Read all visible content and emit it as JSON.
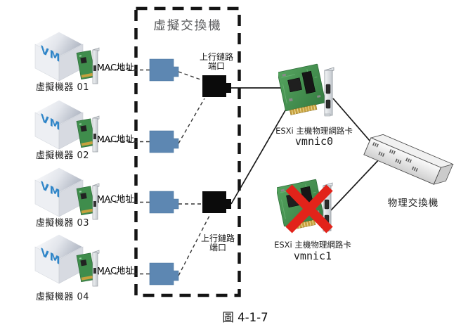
{
  "figure": {
    "caption": "圖 4-1-7"
  },
  "virtual_switch": {
    "title": "虛擬交換機",
    "uplink_top": {
      "line1": "上行鏈路",
      "line2": "端口"
    },
    "uplink_bottom": {
      "line1": "上行鏈路",
      "line2": "端口"
    }
  },
  "vms": [
    {
      "badge": "VM",
      "label": "虛擬機器 01",
      "mac": "MAC地址"
    },
    {
      "badge": "VM",
      "label": "虛擬機器 02",
      "mac": "MAC地址"
    },
    {
      "badge": "VM",
      "label": "虛擬機器 03",
      "mac": "MAC地址"
    },
    {
      "badge": "VM",
      "label": "虛擬機器 04",
      "mac": "MAC地址"
    }
  ],
  "nics": [
    {
      "label": "ESXi 主機物理網路卡",
      "name": "vmnic0"
    },
    {
      "label": "ESXi 主機物理網路卡",
      "name": "vmnic1"
    }
  ],
  "physical_switch": {
    "label": "物理交換機"
  },
  "colors": {
    "port_blue": "#5d87b2",
    "port_black": "#0b0b0b",
    "pcb_green": "#46934f",
    "fail_red": "#e2231a",
    "title_gray": "#58595b"
  }
}
